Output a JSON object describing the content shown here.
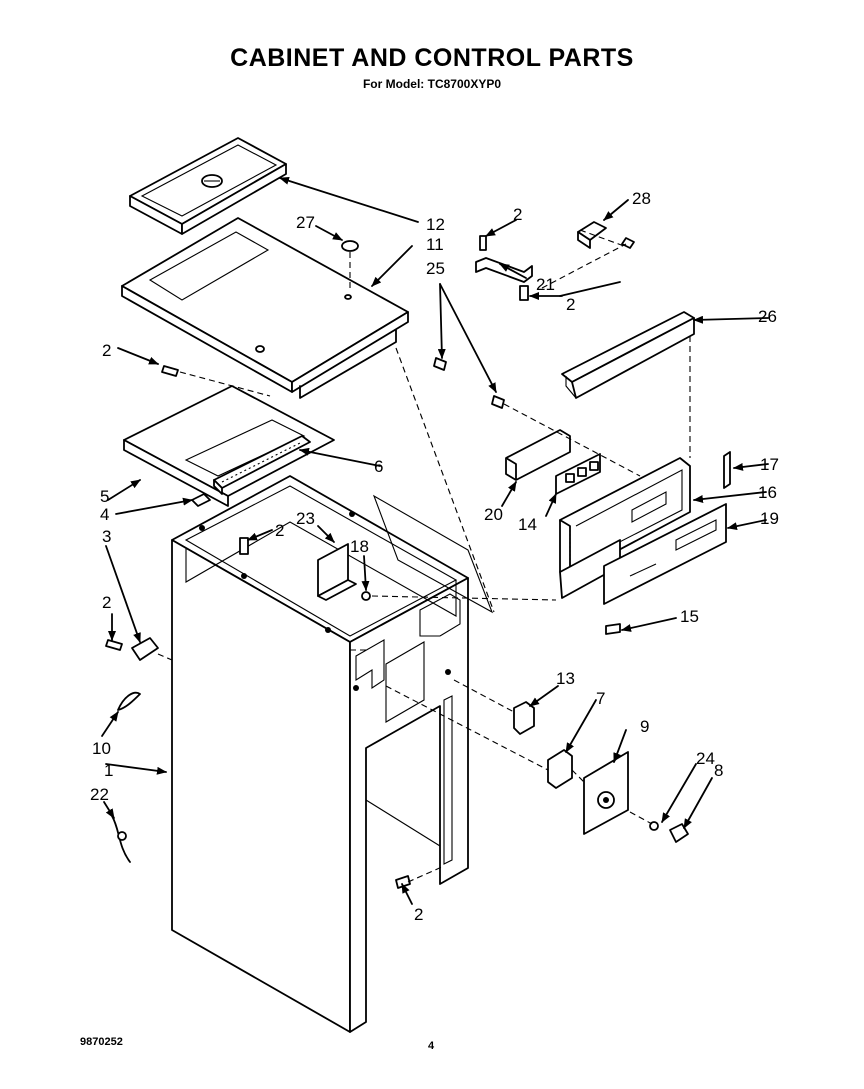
{
  "title": "CABINET AND CONTROL PARTS",
  "subtitle": "For Model: TC8700XYP0",
  "footer": {
    "doc_number": "9870252",
    "page_number": "4"
  },
  "callouts": [
    "1",
    "2",
    "2",
    "2",
    "2",
    "2",
    "2",
    "3",
    "4",
    "5",
    "6",
    "7",
    "8",
    "9",
    "10",
    "11",
    "12",
    "13",
    "14",
    "15",
    "16",
    "17",
    "18",
    "19",
    "20",
    "21",
    "22",
    "23",
    "24",
    "25",
    "26",
    "27",
    "28"
  ]
}
